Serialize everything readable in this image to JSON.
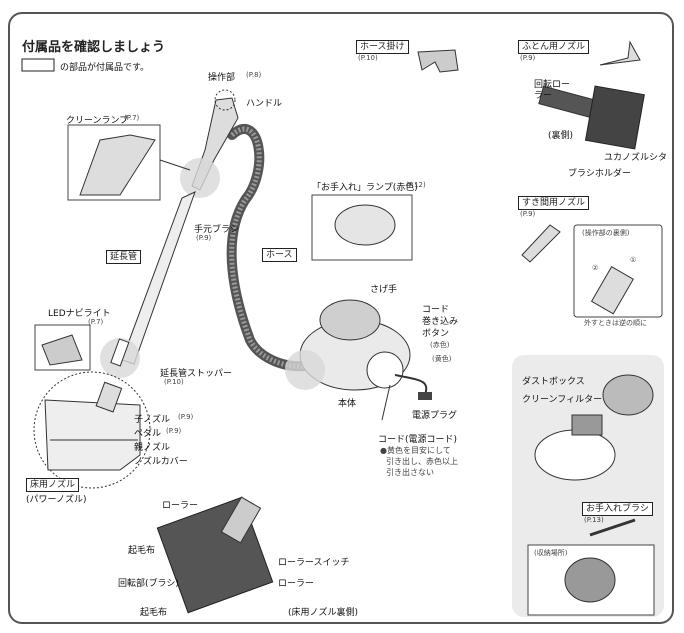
{
  "heading": {
    "title": "付属品を確認しましょう",
    "note": "の部品が付属品です。"
  },
  "labels": {
    "hose_hanger": "ホース掛け",
    "hose_hanger_ref": "(P.10)",
    "futon_nozzle": "ふとん用ノズル",
    "futon_nozzle_ref": "(P.9)",
    "rotating_roller": "回転ローラー",
    "back_side": "(裏側)",
    "yuka_nozzle_sita": "ユカノズルシタ",
    "brush_holder": "ブラシホルダー",
    "crevice_nozzle": "すき間用ノズル",
    "crevice_nozzle_ref": "(P.9)",
    "control_back": "(操作部の裏側)",
    "remove_reverse": "外すときは逆の順に",
    "step1": "①",
    "step2": "②",
    "control": "操作部",
    "control_ref": "(P.8)",
    "handle": "ハンドル",
    "clean_lamp": "クリーンランプ",
    "clean_lamp_ref": "(P.7)",
    "hand_brush": "手元ブラシ",
    "hand_brush_ref": "(P.9)",
    "care_lamp": "「お手入れ」ランプ(赤色)",
    "care_lamp_ref": "(P.12)",
    "extension_pipe": "延長管",
    "hose": "ホース",
    "carry_handle": "さげ手",
    "cord_rewind": "コード",
    "cord_rewind_2": "巻き込み",
    "cord_rewind_3": "ボタン",
    "red": "(赤色)",
    "yellow": "(黄色)",
    "led_light": "LEDナビライト",
    "led_light_ref": "(P.7)",
    "pipe_stopper": "延長管ストッパー",
    "pipe_stopper_ref": "(P.10)",
    "body": "本体",
    "power_plug": "電源プラグ",
    "child_nozzle": "子ノズル",
    "child_nozzle_ref": "(P.9)",
    "pedal": "ペダル",
    "pedal_ref": "(P.9)",
    "parent_nozzle": "親ノズル",
    "nozzle_cover": "ノズルカバー",
    "cord": "コード(電源コード)",
    "cord_note1": "●黄色を目安にして",
    "cord_note2": "引き出し、赤色以上",
    "cord_note3": "引き出さない",
    "floor_nozzle": "床用ノズル",
    "power_nozzle": "(パワーノズル)",
    "roller_top": "ローラー",
    "fabric_top": "起毛布",
    "roller_switch": "ローラースイッチ",
    "rotating_brush": "回転部(ブラシ)",
    "roller_bottom": "ローラー",
    "fabric_bottom": "起毛布",
    "nozzle_back": "(床用ノズル裏側)",
    "dust_box": "ダストボックス",
    "clean_filter": "クリーンフィルター",
    "care_brush": "お手入れブラシ",
    "care_brush_ref": "(P.13)",
    "storage": "(収納場所)"
  }
}
